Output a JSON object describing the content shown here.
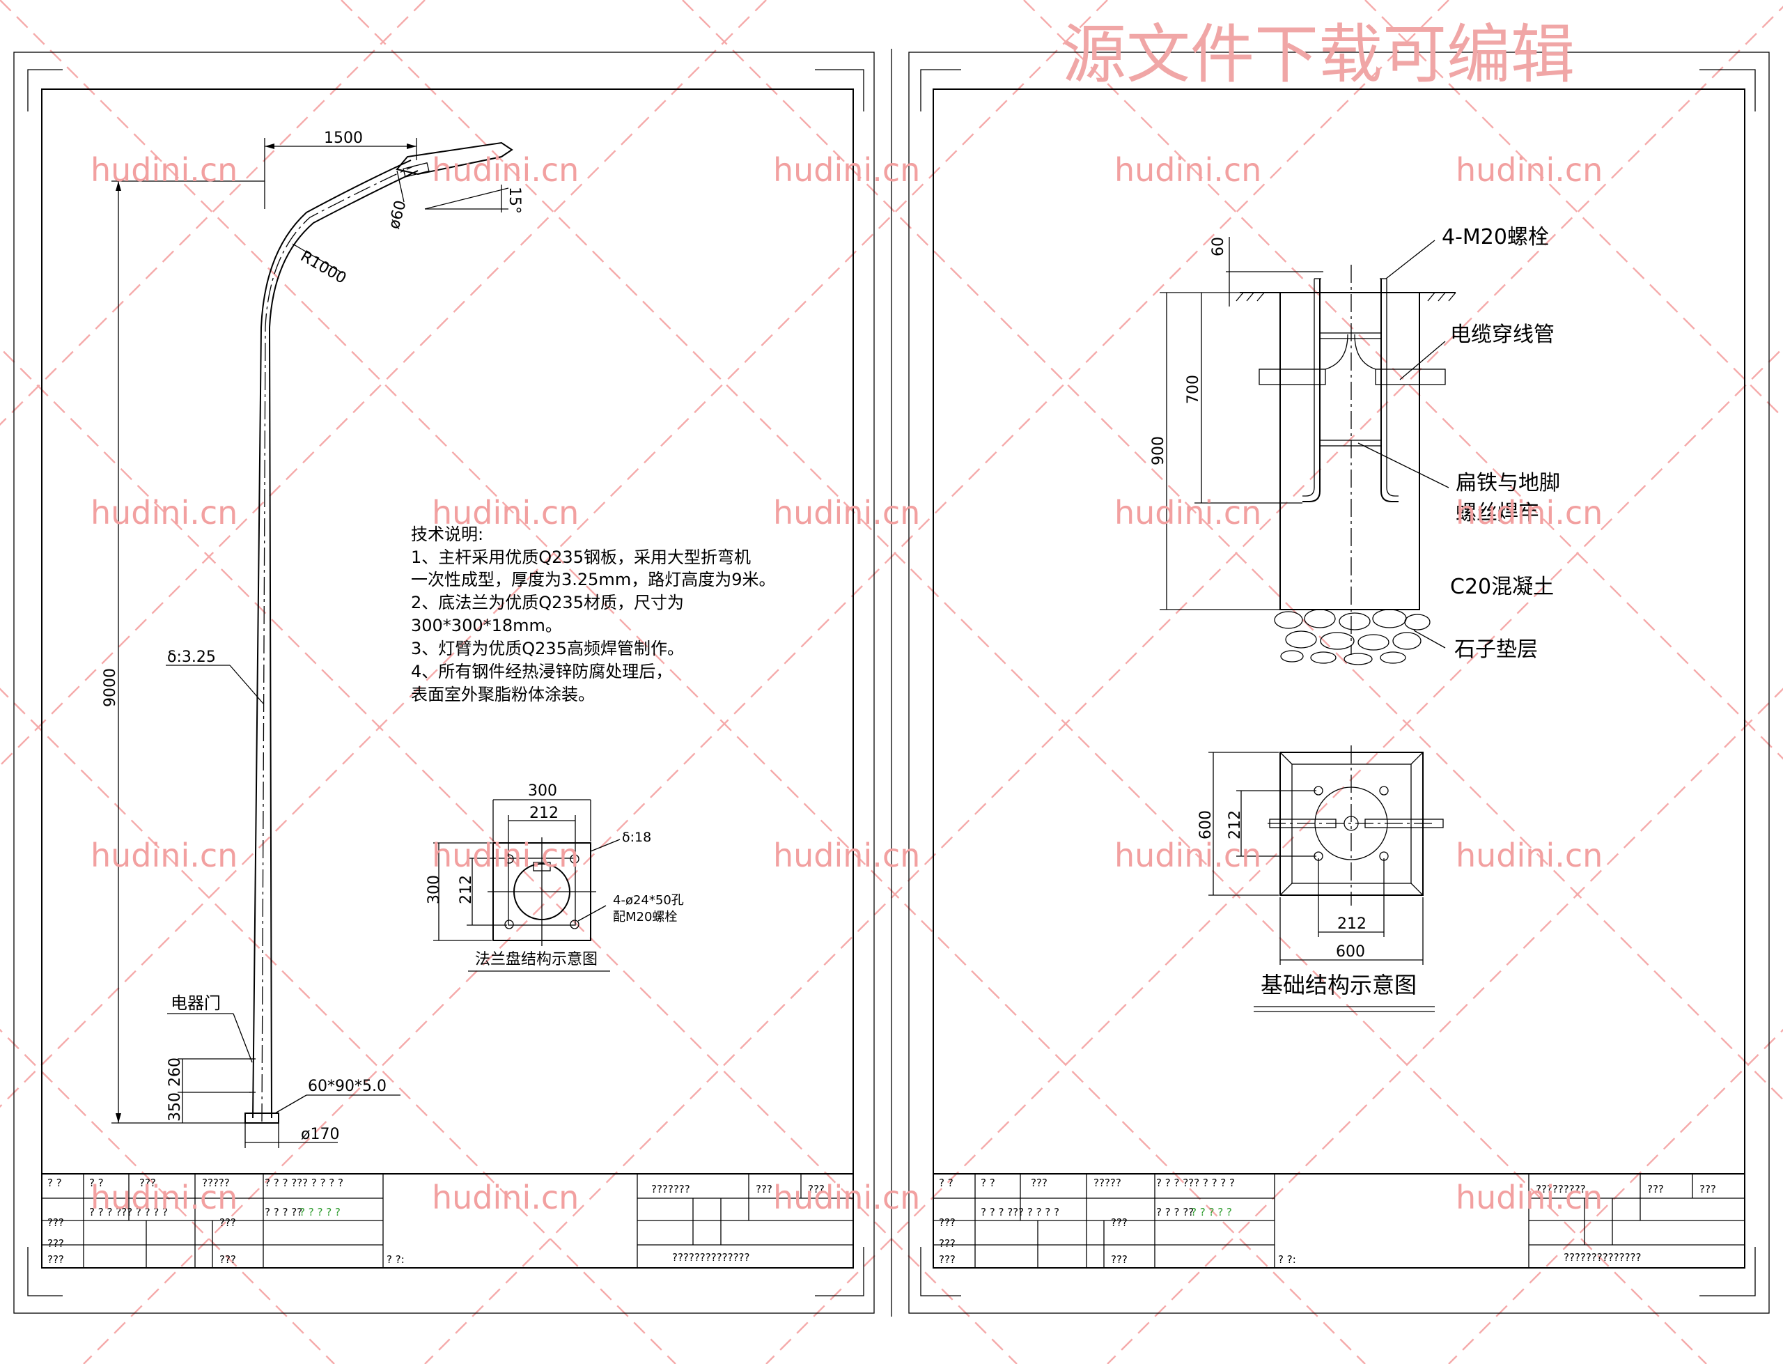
{
  "watermark": {
    "banner": "源文件下载可编辑",
    "tag": "hudini.cn"
  },
  "left_sheet": {
    "dims": {
      "arm_length": "1500",
      "angle": "15°",
      "arm_dia": "ø60",
      "bend_radius": "R1000",
      "pole_height": "9000",
      "wall_thk": "δ:3.25",
      "door_h1": "260",
      "door_h2": "350",
      "door_size": "60*90*5.0",
      "base_dia": "ø170"
    },
    "door_label": "电器门",
    "notes": [
      "技术说明:",
      "1、主杆采用优质Q235钢板，采用大型折弯机",
      "一次性成型，厚度为3.25mm，路灯高度为9米。",
      "2、底法兰为优质Q235材质，尺寸为",
      "300*300*18mm。",
      "3、灯臂为优质Q235高频焊管制作。",
      "4、所有钢件经热浸锌防腐处理后，",
      "表面室外聚脂粉体涂装。"
    ],
    "flange": {
      "w300": "300",
      "w212": "212",
      "h300": "300",
      "h212": "212",
      "thk": "δ:18",
      "holes": "4-ø24*50孔",
      "bolts": "配M20螺栓",
      "caption": "法兰盘结构示意图"
    }
  },
  "right_sheet": {
    "dims": {
      "d60": "60",
      "d700": "700",
      "d900": "900",
      "plan_600_v": "600",
      "plan_212_v": "212",
      "plan_212_h": "212",
      "plan_600_h": "600"
    },
    "labels": {
      "bolts": "4-M20螺栓",
      "conduit": "电缆穿线管",
      "weld_1": "扁铁与地脚",
      "weld_2": "螺丝焊牢",
      "concrete": "C20混凝土",
      "gravel": "石子垫层"
    },
    "caption": "基础结构示意图"
  },
  "title_block": {
    "c_a": "? ?",
    "c_b": "? ?",
    "c_c": "???",
    "c_d": "?????",
    "c_e": "? ? ? ??? ? ? ? ?",
    "r2_a": "???",
    "r2_b": "? ? ? ??? ? ? ? ?",
    "r2_c": "???",
    "r2_d": "? ? ? ??",
    "r2_d_green": "? ? ? ? ?",
    "r3_a": "???",
    "r3_b": "???",
    "r4_a": "???",
    "r4_b": "???",
    "r4_c": "? ?:",
    "proj": "???????",
    "proj_right": "?????????",
    "scale_lbl": "???",
    "sheet_lbl": "???",
    "drawing_no": "??????????????"
  }
}
